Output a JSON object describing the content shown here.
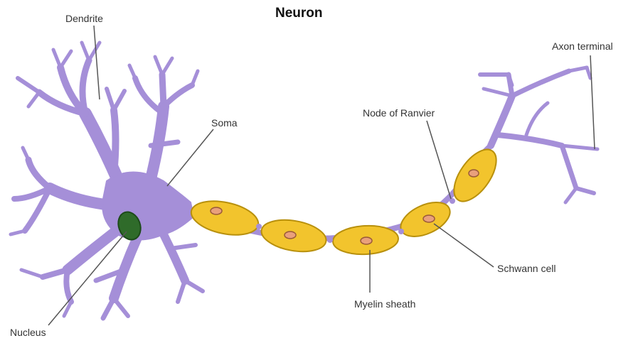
{
  "diagram": {
    "title": "Neuron",
    "labels": {
      "dendrite": "Dendrite",
      "soma": "Soma",
      "nucleus": "Nucleus",
      "node_of_ranvier": "Node of Ranvier",
      "axon_terminal": "Axon terminal",
      "schwann_cell": "Schwann cell",
      "myelin_sheath": "Myelin sheath"
    }
  },
  "colors": {
    "neuron_body": "#a58fd8",
    "neuron_outline": "#7b62b6",
    "myelin_fill": "#f2c42d",
    "myelin_outline": "#b8900c",
    "schwann_nucleus": "#e9a07c",
    "cell_nucleus": "#2f6b2a",
    "leader_line": "#555555"
  }
}
